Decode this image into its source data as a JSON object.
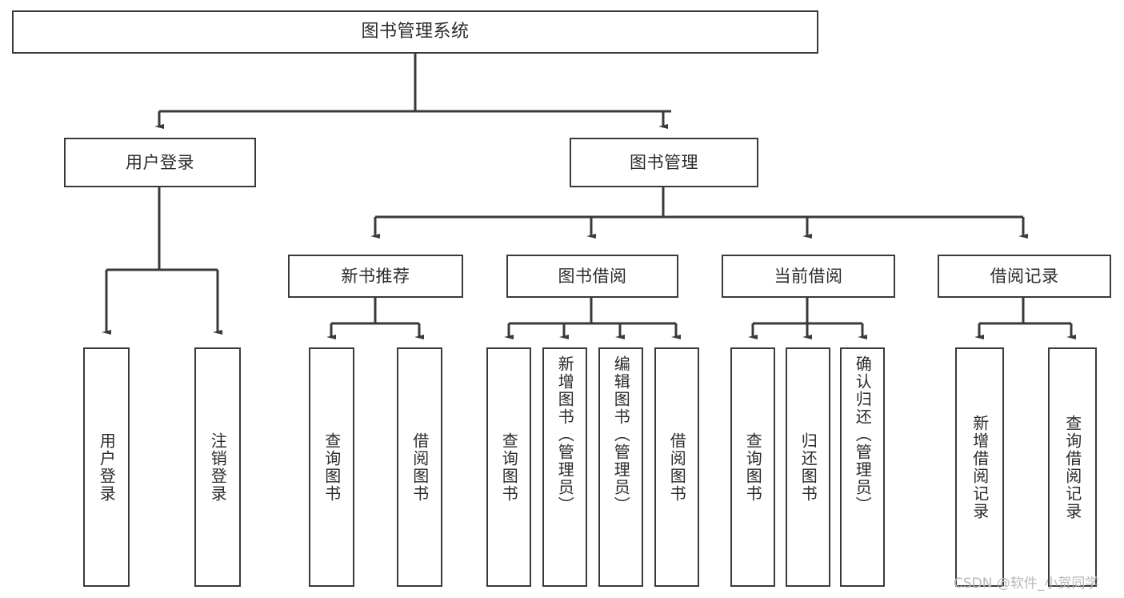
{
  "diagram": {
    "title": "图书管理系统",
    "watermark": "CSDN @软件_小贺同学",
    "line_color": "#3a3a3a",
    "box_fill": "#ffffff",
    "text_color": "#2b2b2b",
    "root": {
      "label": "图书管理系统"
    },
    "level2": [
      {
        "label": "用户登录"
      },
      {
        "label": "图书管理"
      }
    ],
    "level3": [
      {
        "label": "新书推荐"
      },
      {
        "label": "图书借阅"
      },
      {
        "label": "当前借阅"
      },
      {
        "label": "借阅记录"
      }
    ],
    "leaves": {
      "user_login": [
        {
          "label": "用户登录"
        },
        {
          "label": "注销登录"
        }
      ],
      "new_book_recommend": [
        {
          "label": "查询图书"
        },
        {
          "label": "借阅图书"
        }
      ],
      "book_borrow": [
        {
          "label": "查询图书"
        },
        {
          "label": "新增图书（管理员）"
        },
        {
          "label": "编辑图书（管理员）"
        },
        {
          "label": "借阅图书"
        }
      ],
      "current_borrow": [
        {
          "label": "查询图书"
        },
        {
          "label": "归还图书"
        },
        {
          "label": "确认归还（管理员）"
        }
      ],
      "borrow_record": [
        {
          "label": "新增借阅记录"
        },
        {
          "label": "查询借阅记录"
        }
      ]
    }
  }
}
